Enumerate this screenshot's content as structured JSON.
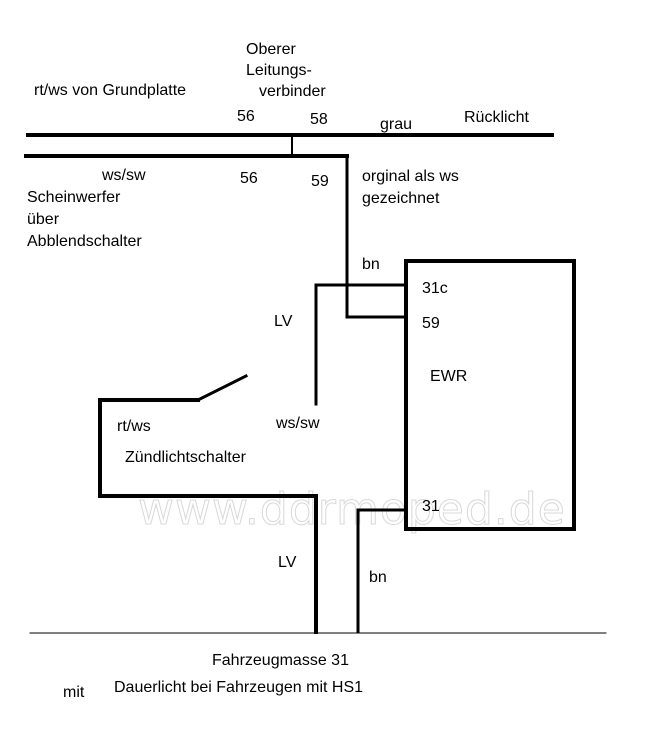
{
  "labels": {
    "oberer_line1": "Oberer",
    "oberer_line2": "Leitungs-",
    "oberer_line3": "verbinder",
    "rt_ws_grundplatte": "rt/ws von Grundplatte",
    "terminal_56_top": "56",
    "terminal_58": "58",
    "grau": "grau",
    "ruecklicht": "Rücklicht",
    "ws_sw_top": "ws/sw",
    "terminal_56_bottom": "56",
    "terminal_59": "59",
    "orginal_line1": "orginal als ws",
    "orginal_line2": "gezeichnet",
    "scheinwerfer_line1": "Scheinwerfer",
    "scheinwerfer_line2": "über",
    "scheinwerfer_line3": "Abblendschalter",
    "bn_top": "bn",
    "lv_top": "LV",
    "ewr_31c": "31c",
    "ewr_59": "59",
    "ewr_name": "EWR",
    "rt_ws_switch": "rt/ws",
    "ws_sw_switch": "ws/sw",
    "zuendlichtschalter": "Zündlichtschalter",
    "ewr_31": "31",
    "lv_bottom": "LV",
    "bn_bottom": "bn",
    "fahrzeugmasse": "Fahrzeugmasse 31",
    "mit": "mit",
    "dauerlicht": "Dauerlicht bei Fahrzeugen mit HS1"
  },
  "watermark": "www.ddrmoped.de",
  "colors": {
    "wire": "#000000",
    "background": "#ffffff",
    "watermark_stroke": "#d8d8d8"
  }
}
